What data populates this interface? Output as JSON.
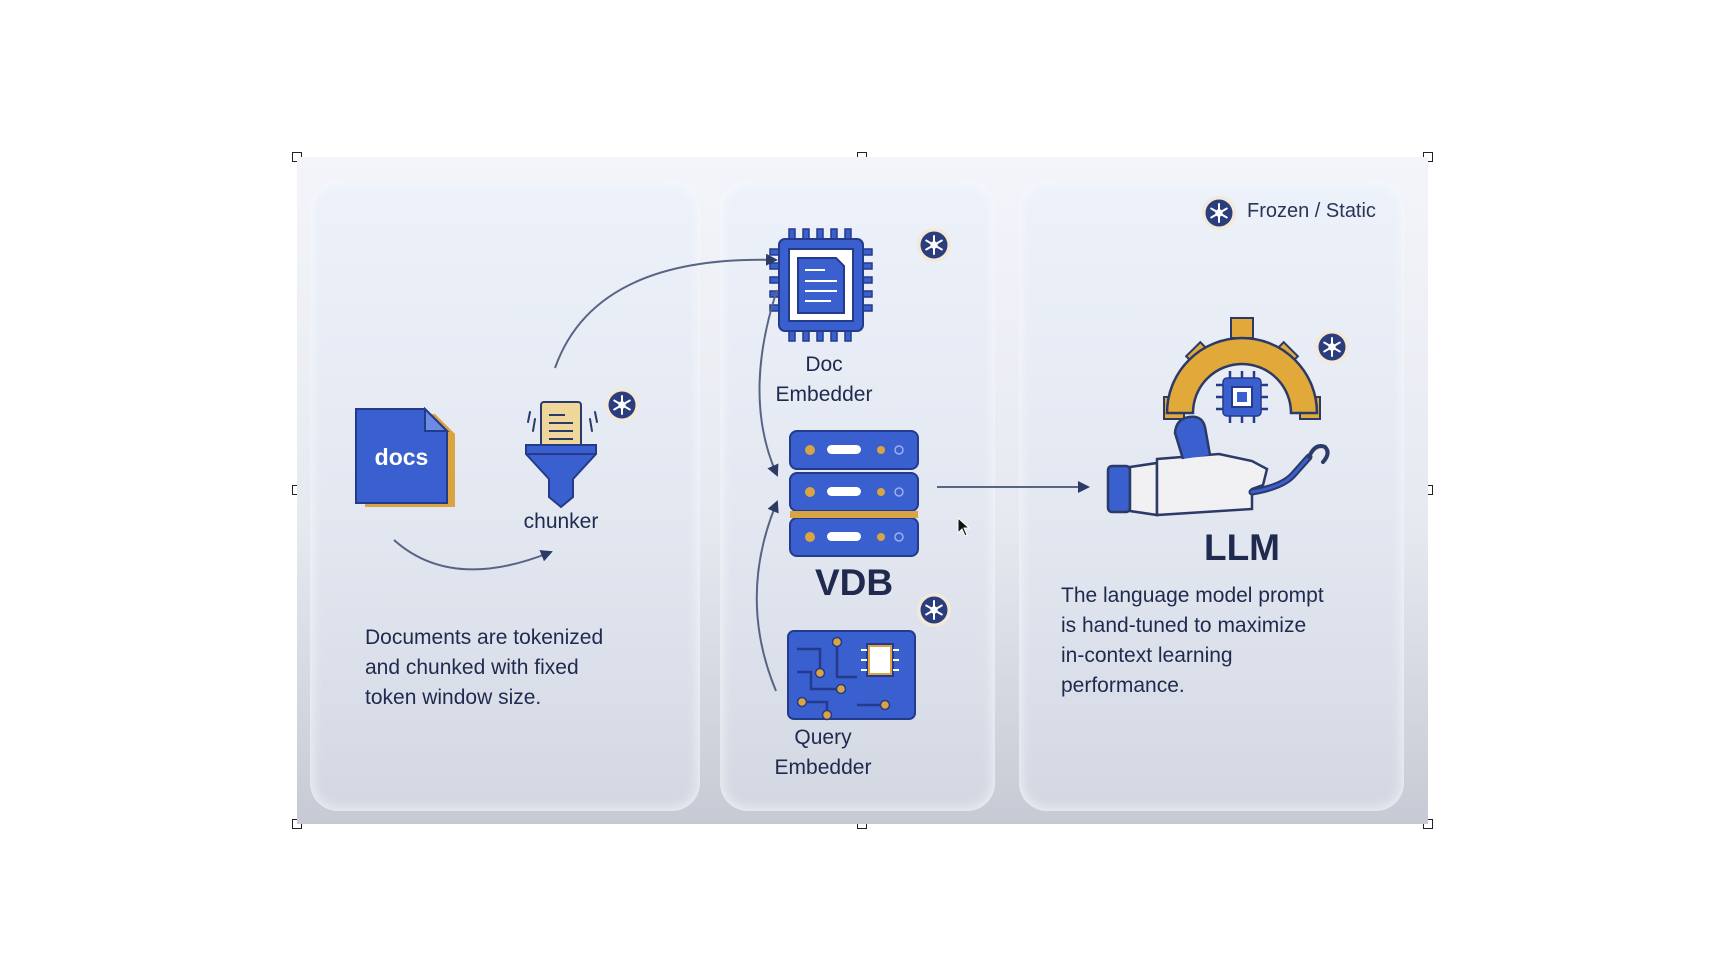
{
  "legend": {
    "text": "Frozen / Static",
    "icon": "snowflake-icon"
  },
  "stage1": {
    "docs_label": "docs",
    "chunker_label": "chunker",
    "description_lines": [
      "Documents are tokenized",
      "and chunked with fixed",
      "token window size."
    ]
  },
  "stage2": {
    "doc_embedder_lines": [
      "Doc",
      "Embedder"
    ],
    "vdb_label": "VDB",
    "query_embedder_lines": [
      "Query",
      "Embedder"
    ]
  },
  "stage3": {
    "llm_label": "LLM",
    "description_lines": [
      "The language model prompt",
      "is hand-tuned to maximize",
      "in-context learning",
      "performance."
    ]
  },
  "colors": {
    "primary_blue": "#3a5fcf",
    "navy": "#1f2a4e",
    "gold": "#e0a93a",
    "sheet": "#f1f1f3"
  }
}
